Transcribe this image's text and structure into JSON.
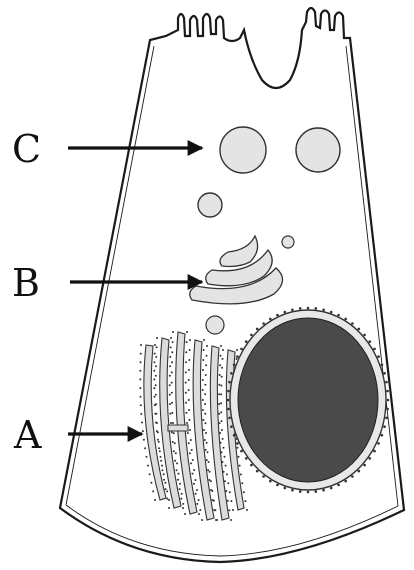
{
  "labels": {
    "c": "C",
    "b": "B",
    "a": "A"
  },
  "colors": {
    "outline": "#1a1a1a",
    "organelle_fill": "#e4e4e4",
    "nucleus_fill": "#4a4a4a",
    "er_fill": "#dcdcdc",
    "ribosome": "#333333"
  }
}
